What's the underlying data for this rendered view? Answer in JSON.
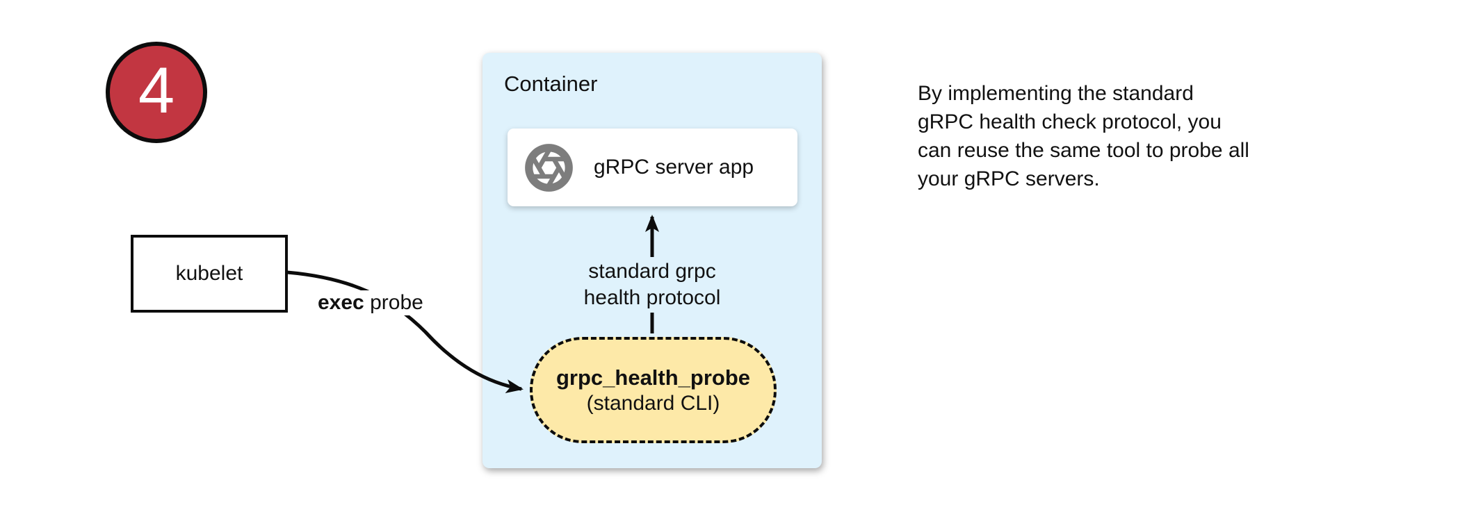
{
  "badge": {
    "number": "4"
  },
  "nodes": {
    "kubelet": {
      "label": "kubelet"
    },
    "container": {
      "title": "Container"
    },
    "grpc_server": {
      "label": "gRPC server app",
      "icon": "aperture-icon"
    },
    "health_probe": {
      "name": "grpc_health_probe",
      "subtitle": "(standard CLI)"
    }
  },
  "edges": {
    "exec_probe": {
      "label_bold": "exec",
      "label_rest": " probe"
    },
    "health_protocol": {
      "line1": "standard grpc",
      "line2": "health protocol"
    }
  },
  "note": {
    "lines": [
      "By implementing the standard",
      "gRPC health check protocol, you",
      "can reuse the same tool to probe all",
      "your gRPC servers."
    ]
  },
  "colors": {
    "badge_red": "#c23641",
    "container_blue": "#dff2fc",
    "probe_yellow": "#fde9a8",
    "icon_gray": "#7d7d7d",
    "line_black": "#0c0c0c"
  }
}
